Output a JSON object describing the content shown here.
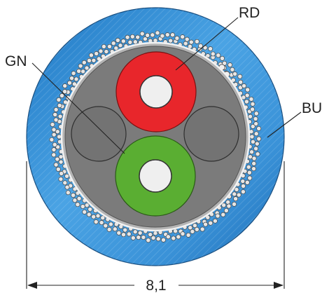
{
  "labels": {
    "red_conductor": "RD",
    "green_conductor": "GN",
    "blue_jacket": "BU",
    "diameter": "8,1"
  },
  "colors": {
    "jacket_blue": "#2f8ed6",
    "red_insulation": "#e8262b",
    "green_insulation": "#5aae32",
    "filler_grey": "#737373",
    "conductor_core": "#efefef"
  }
}
